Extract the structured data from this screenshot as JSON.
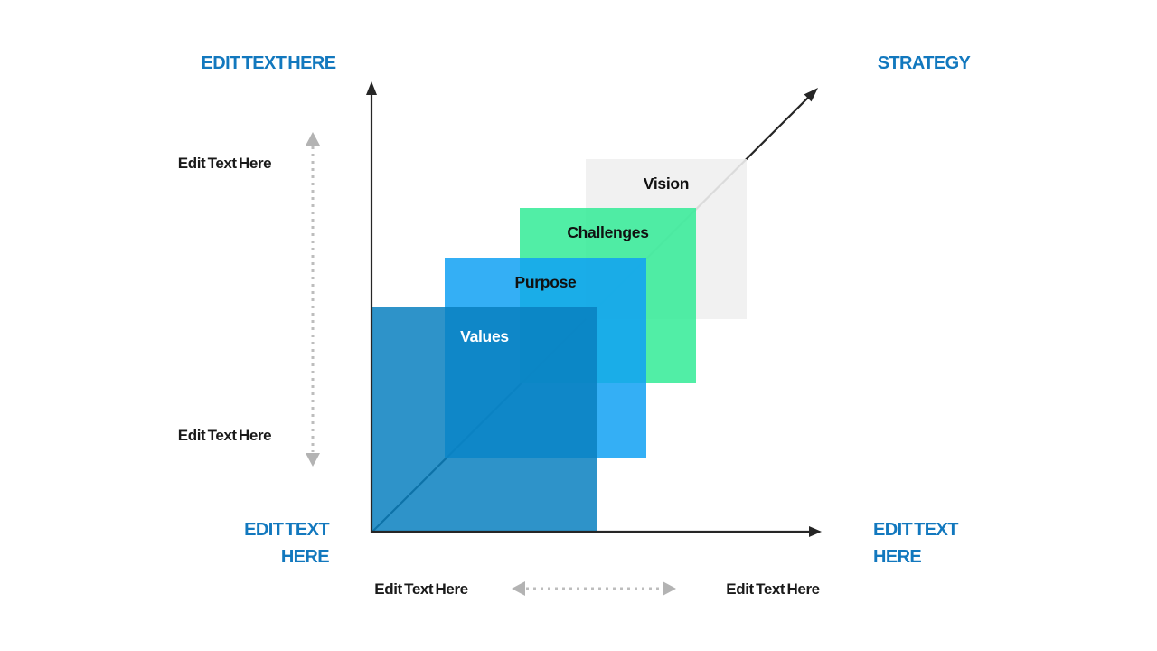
{
  "headers": {
    "top_left": "EDIT TEXT HERE",
    "top_right": "STRATEGY",
    "bottom_left_line1": "EDIT TEXT",
    "bottom_left_line2": "HERE",
    "bottom_right_line1": "EDIT TEXT",
    "bottom_right_line2": "HERE"
  },
  "axis_placeholders": {
    "left_top": "Edit Text Here",
    "left_bottom": "Edit Text Here",
    "bottom_left": "Edit Text Here",
    "bottom_right": "Edit Text Here"
  },
  "squares": {
    "vision": {
      "label": "Vision",
      "fill": "rgba(239,239,239,0.90)",
      "label_color": "#111111"
    },
    "challenges": {
      "label": "Challenges",
      "fill": "rgba(51,235,151,0.85)",
      "label_color": "#111111"
    },
    "purpose": {
      "label": "Purpose",
      "fill": "rgba(17,161,243,0.85)",
      "label_color": "#111111"
    },
    "values": {
      "label": "Values",
      "fill": "rgba(9,128,192,0.85)",
      "label_color": "#ffffff"
    }
  },
  "colors": {
    "accent_blue": "#1278BE",
    "axis_line": "#262626",
    "dotted_arrow_gray": "#BDBDBD",
    "values_rendered": "#2E93C9",
    "purpose_rendered": "#35AFF4",
    "challenges_rendered": "#52EEA7",
    "vision_rendered": "#F0F0F0",
    "background": "#FFFFFF"
  }
}
